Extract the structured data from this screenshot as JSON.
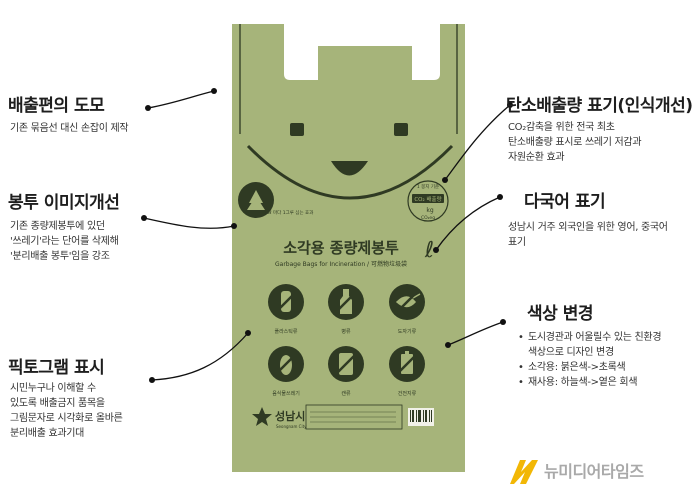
{
  "annotations": {
    "handle": {
      "title": "배출편의 도모",
      "desc": [
        "기존 묶음선 대신 손잡이 제작"
      ]
    },
    "image": {
      "title": "봉투 이미지개선",
      "desc": [
        "기존 종량제봉투에 있던",
        "'쓰레기'라는 단어를 삭제해",
        "'분리배출 봉투'임을 강조"
      ]
    },
    "pictogram": {
      "title": "픽토그램 표시",
      "desc": [
        "시민누구나 이해할 수",
        "있도록 배출금지 품목을",
        "그림문자로 시각화로 올바른",
        "분리배출 효과기대"
      ]
    },
    "carbon": {
      "title": "탄소배출량 표기(인식개선)",
      "desc": [
        "CO₂감축을 위한 전국 최초",
        "탄소배출량 표시로 쓰레기 저감과",
        "자원순환 효과"
      ]
    },
    "multilang": {
      "title": "다국어 표기",
      "desc": [
        "성남시 거주 외국인을 위한 영어, 중국어",
        "표기"
      ]
    },
    "color": {
      "title": "색상 변경",
      "bullets": [
        "도시경관과 어울릴수 있는 친환경",
        "소각용: 붉은색->초록색",
        "재사용: 하늘색->옅은 회색"
      ],
      "bullet_cont": "색상으로 디자인 변경"
    }
  },
  "bag": {
    "title": "소각용 종량제봉투",
    "subtitle": "Garbage Bags for Incineration / 可燃物垃圾袋",
    "volume": "ℓ",
    "co2_badge": "CO₂ 배출량",
    "co2_unit": "kg",
    "co2_top": "1 봉지 기준",
    "co2_bottom": "CO₂eq",
    "tree_text": "20ℓ 마다 1그루 심는 효과",
    "icon_labels": [
      "플라스틱류",
      "병류",
      "도자기류",
      "음식물쓰레기",
      "캔류",
      "건전지류"
    ],
    "city_name": "성남시",
    "city_sub": "Seongnam City",
    "colors": {
      "bag": "#a6b47a",
      "ink": "#2f3a23"
    }
  },
  "watermark": {
    "label": "뉴미디어타임즈"
  }
}
